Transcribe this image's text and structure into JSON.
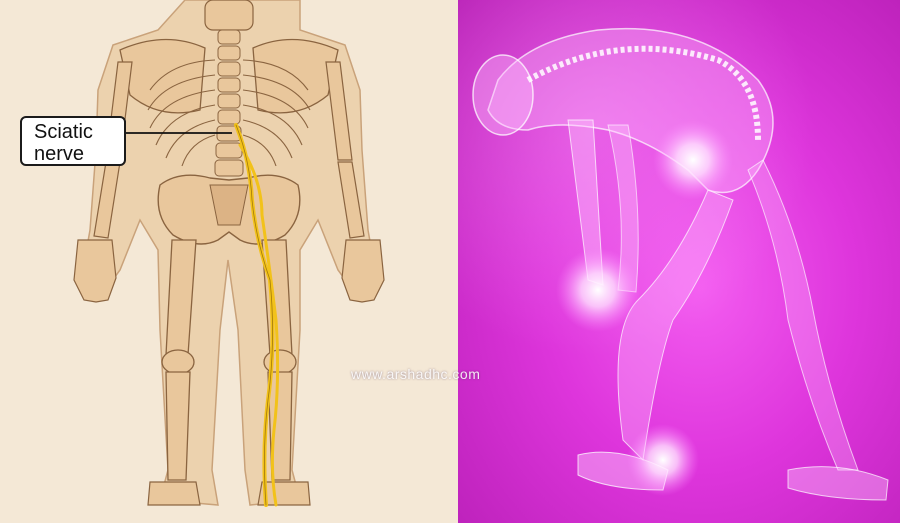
{
  "annotation": {
    "line1": "Sciatic",
    "line2": "nerve"
  },
  "watermark": "www.arshadhc.com",
  "colors": {
    "left_background": "#f4e8d6",
    "bone": "#e9c79c",
    "bone_outline": "#8a6440",
    "nerve": "#f2c21a",
    "right_background": "#de35dc",
    "glow": "#fff6ff"
  }
}
